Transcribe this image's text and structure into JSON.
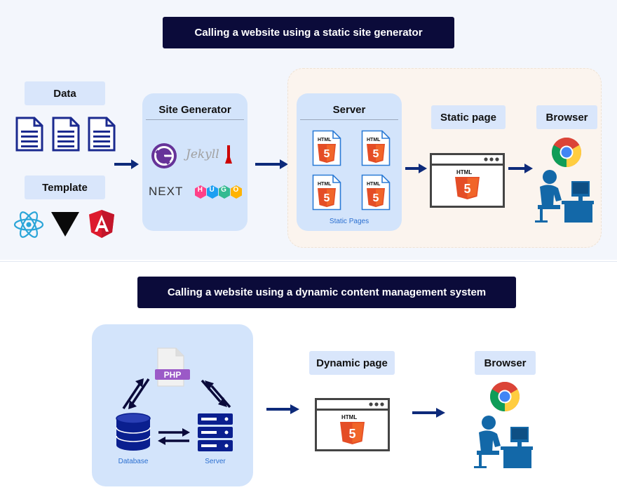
{
  "top": {
    "banner": "Calling a website using a static site generator",
    "data_label": "Data",
    "template_label": "Template",
    "site_generator": {
      "title": "Site Generator",
      "tools": [
        {
          "name": "gatsby-logo",
          "text": ""
        },
        {
          "name": "jekyll-logo",
          "text": "Jekyll"
        },
        {
          "name": "nextjs-logo",
          "text": "NEXT"
        },
        {
          "name": "hugo-logo",
          "text": "HUGO"
        }
      ]
    },
    "server": {
      "title": "Server",
      "caption": "Static Pages",
      "badge": "HTML",
      "badge_num": "5"
    },
    "static_page": {
      "title": "Static page",
      "badge": "HTML",
      "badge_num": "5"
    },
    "browser": {
      "title": "Browser"
    }
  },
  "bottom": {
    "banner": "Calling a website using a dynamic content management system",
    "php_label": "PHP",
    "database_label": "Database",
    "server_label": "Server",
    "dynamic_page": {
      "title": "Dynamic page",
      "badge": "HTML",
      "badge_num": "5"
    },
    "browser": {
      "title": "Browser"
    }
  },
  "colors": {
    "banner": "#0b0b3a",
    "label_bg": "#d9e6fb",
    "box_bg": "#d3e4fb",
    "arrow": "#0d2a7a",
    "doc": "#1b2a8f",
    "html5": "#e44d26",
    "person": "#1368a8"
  }
}
